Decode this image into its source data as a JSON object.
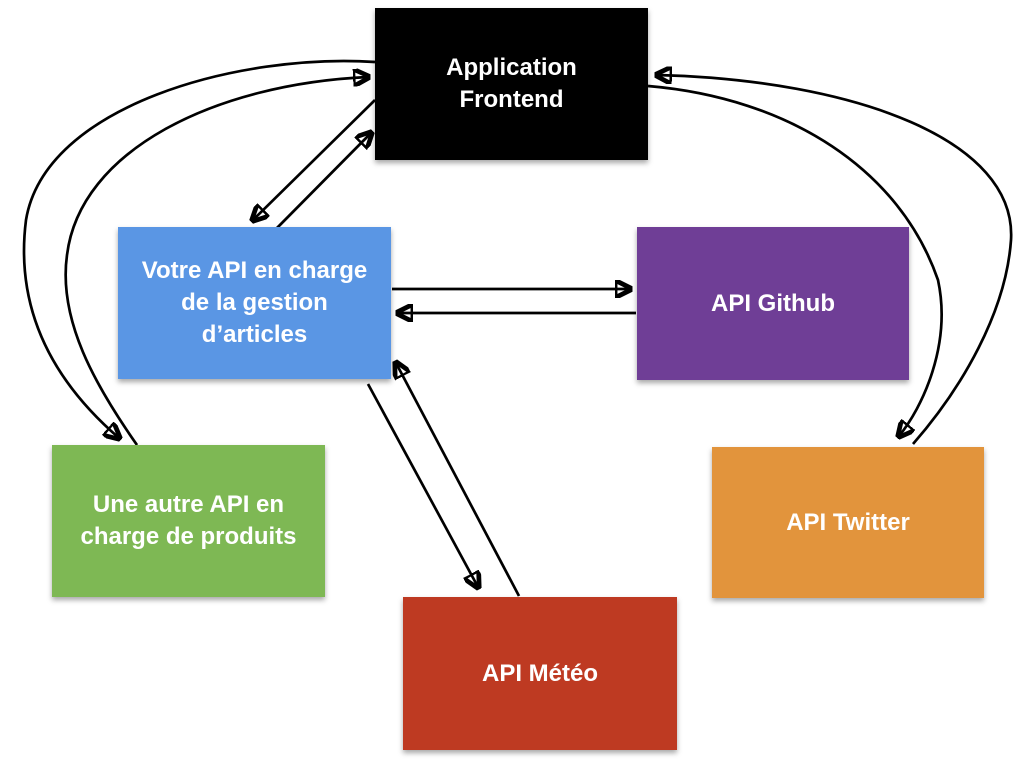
{
  "diagram": {
    "background_color": "#ffffff",
    "arrow_color": "#000000",
    "text_color": "#ffffff",
    "nodes": {
      "frontend": {
        "label": "Application\nFrontend",
        "color": "#000000"
      },
      "articles": {
        "label": "Votre API en charge\nde la gestion\nd’articles",
        "color": "#5A96E4"
      },
      "github": {
        "label": "API Github",
        "color": "#6F3E96"
      },
      "produits": {
        "label": "Une autre API en\ncharge de produits",
        "color": "#7EB854"
      },
      "twitter": {
        "label": "API Twitter",
        "color": "#E2943C"
      },
      "meteo": {
        "label": "API Météo",
        "color": "#BE3A22"
      }
    },
    "edges": [
      {
        "from": "articles",
        "to": "frontend"
      },
      {
        "from": "frontend",
        "to": "articles"
      },
      {
        "from": "articles",
        "to": "github"
      },
      {
        "from": "github",
        "to": "articles"
      },
      {
        "from": "articles",
        "to": "meteo"
      },
      {
        "from": "meteo",
        "to": "articles"
      },
      {
        "from": "frontend",
        "to": "produits"
      },
      {
        "from": "produits",
        "to": "frontend"
      },
      {
        "from": "frontend",
        "to": "twitter"
      },
      {
        "from": "twitter",
        "to": "frontend"
      }
    ]
  }
}
